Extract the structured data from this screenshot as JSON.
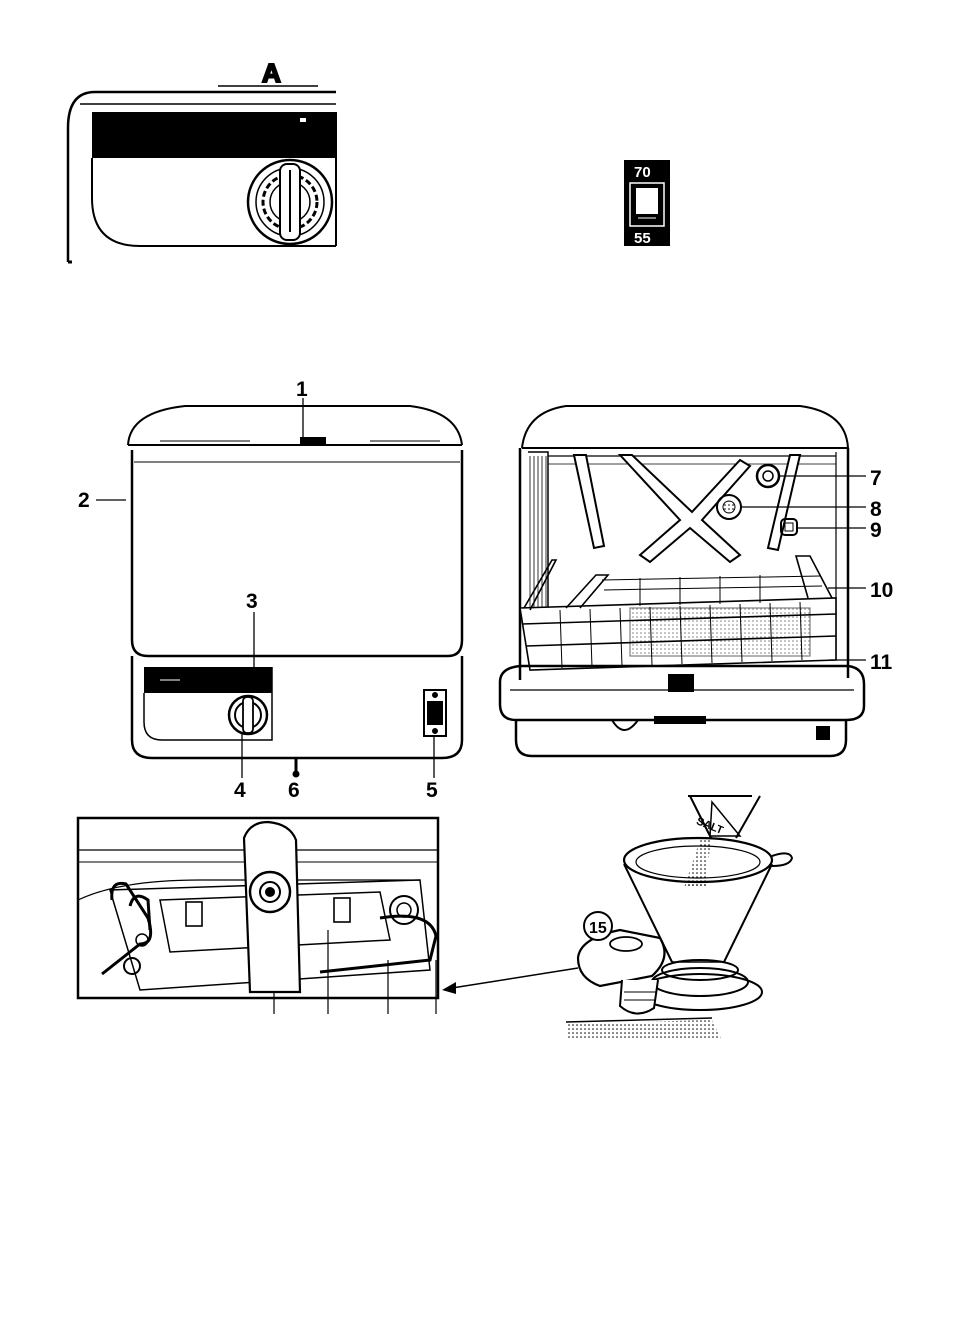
{
  "colors": {
    "ink": "#000000",
    "paper": "#ffffff",
    "shade": "#d9d9d9"
  },
  "labels": {
    "detail_a": "A",
    "thermostat_high": "70",
    "thermostat_low": "55",
    "salt_bag": "SALT",
    "callouts": {
      "c1": "1",
      "c2": "2",
      "c3": "3",
      "c4": "4",
      "c5": "5",
      "c6": "6",
      "c7": "7",
      "c8": "8",
      "c9": "9",
      "c10": "10",
      "c11": "11",
      "c15": "15"
    }
  }
}
